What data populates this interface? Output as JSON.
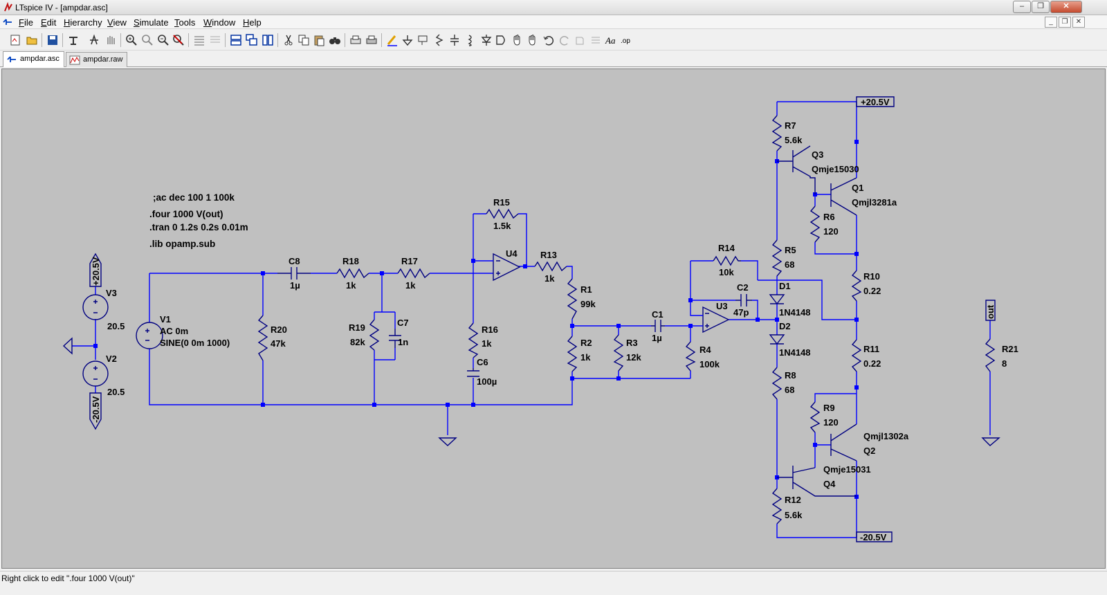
{
  "window": {
    "title": "LTspice IV - [ampdar.asc]"
  },
  "menu": {
    "items": [
      "File",
      "Edit",
      "Hierarchy",
      "View",
      "Simulate",
      "Tools",
      "Window",
      "Help"
    ],
    "underline": [
      "F",
      "E",
      "H",
      "V",
      "S",
      "T",
      "W",
      "H"
    ]
  },
  "toolbar": {
    "icons": [
      "new-schematic-icon",
      "open-icon",
      "save-icon",
      "control-panel-icon",
      "run-icon",
      "halt-icon",
      "zoom-in-icon",
      "zoom-pan-icon",
      "zoom-out-icon",
      "zoom-cancel-icon",
      "autorange-icon",
      "zoom-fit-icon",
      "tile-horizontal-icon",
      "cascade-icon",
      "tile-vertical-icon",
      "cut-icon",
      "copy-icon",
      "paste-icon",
      "find-icon",
      "print-setup-icon",
      "print-icon",
      "draw-wire-icon",
      "ground-icon",
      "label-net-icon",
      "resistor-icon",
      "capacitor-icon",
      "inductor-icon",
      "diode-icon",
      "component-icon",
      "move-icon",
      "drag-icon",
      "undo-icon",
      "redo-icon",
      "rotate-icon",
      "text-icon",
      "spice-directive-icon"
    ]
  },
  "tabs": [
    {
      "label": "ampdar.asc",
      "active": true
    },
    {
      "label": "ampdar.raw",
      "active": false
    }
  ],
  "status": {
    "text": "Right click to edit \".four 1000 V(out)\""
  },
  "schematic": {
    "directives": [
      ";ac dec 100 1 100k",
      ".four 1000 V(out)",
      ".tran 0 1.2s 0.2s 0.01m",
      ".lib opamp.sub"
    ],
    "net_labels": {
      "pos_rail": "+20.5V",
      "neg_rail": "-20.5V",
      "out": "out"
    },
    "components": {
      "V1": {
        "name": "V1",
        "line1": "AC 0m",
        "line2": "SINE(0 0m 1000)"
      },
      "V2": {
        "name": "V2",
        "value": "20.5"
      },
      "V3": {
        "name": "V3",
        "value": "20.5"
      },
      "C8": {
        "name": "C8",
        "value": "1µ"
      },
      "R18": {
        "name": "R18",
        "value": "1k"
      },
      "R17": {
        "name": "R17",
        "value": "1k"
      },
      "R20": {
        "name": "R20",
        "value": "47k"
      },
      "R19": {
        "name": "R19",
        "value": "82k"
      },
      "C7": {
        "name": "C7",
        "value": "1n"
      },
      "R15": {
        "name": "R15",
        "value": "1.5k"
      },
      "U4": {
        "name": "U4"
      },
      "R16": {
        "name": "R16",
        "value": "1k"
      },
      "C6": {
        "name": "C6",
        "value": "100µ"
      },
      "R13": {
        "name": "R13",
        "value": "1k"
      },
      "R1": {
        "name": "R1",
        "value": "99k"
      },
      "R2": {
        "name": "R2",
        "value": "1k"
      },
      "R3": {
        "name": "R3",
        "value": "12k"
      },
      "C1": {
        "name": "C1",
        "value": "1µ"
      },
      "R4": {
        "name": "R4",
        "value": "100k"
      },
      "R14": {
        "name": "R14",
        "value": "10k"
      },
      "C2": {
        "name": "C2",
        "value": "47p"
      },
      "U3": {
        "name": "U3"
      },
      "R7": {
        "name": "R7",
        "value": "5.6k"
      },
      "Q3": {
        "name": "Q3",
        "model": "Qmje15030"
      },
      "Q1": {
        "name": "Q1",
        "model": "Qmjl3281a"
      },
      "R6": {
        "name": "R6",
        "value": "120"
      },
      "R5": {
        "name": "R5",
        "value": "68"
      },
      "D1": {
        "name": "D1",
        "model": "1N4148"
      },
      "D2": {
        "name": "D2",
        "model": "1N4148"
      },
      "R10": {
        "name": "R10",
        "value": "0.22"
      },
      "R11": {
        "name": "R11",
        "value": "0.22"
      },
      "R8": {
        "name": "R8",
        "value": "68"
      },
      "R9": {
        "name": "R9",
        "value": "120"
      },
      "Q2": {
        "name": "Q2",
        "model": "Qmjl1302a"
      },
      "Q4": {
        "name": "Q4",
        "model": "Qmje15031"
      },
      "R12": {
        "name": "R12",
        "value": "5.6k"
      },
      "R21": {
        "name": "R21",
        "value": "8"
      }
    }
  },
  "colors": {
    "canvas": "#c0c0c0",
    "wire": "#0000ff",
    "component": "#000080",
    "text": "#000000"
  }
}
